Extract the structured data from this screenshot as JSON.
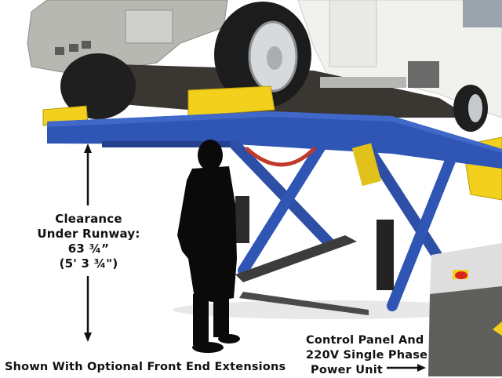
{
  "image": {
    "subject": "Blue scissor vehicle lift raising a white shuttle van, with person silhouette for scale and control panel cabinet",
    "colors": {
      "lift_blue": "#2f55b5",
      "ramp_yellow": "#f2d01c",
      "van_white": "#f1f1ee",
      "silhouette": "#0a0a0a",
      "cabinet_gray": "#5f5f5c",
      "estop_red": "#d9261c"
    }
  },
  "captions": {
    "clearance": {
      "line1": "Clearance",
      "line2": "Under Runway:",
      "line3": "63 ¾”",
      "line4": "(5' 3 ¾\")"
    },
    "bottom_left": "Shown With Optional Front End Extensions",
    "control_panel": {
      "line1": "Control Panel And",
      "line2": "220V Single Phase",
      "line3": "Power Unit"
    }
  }
}
